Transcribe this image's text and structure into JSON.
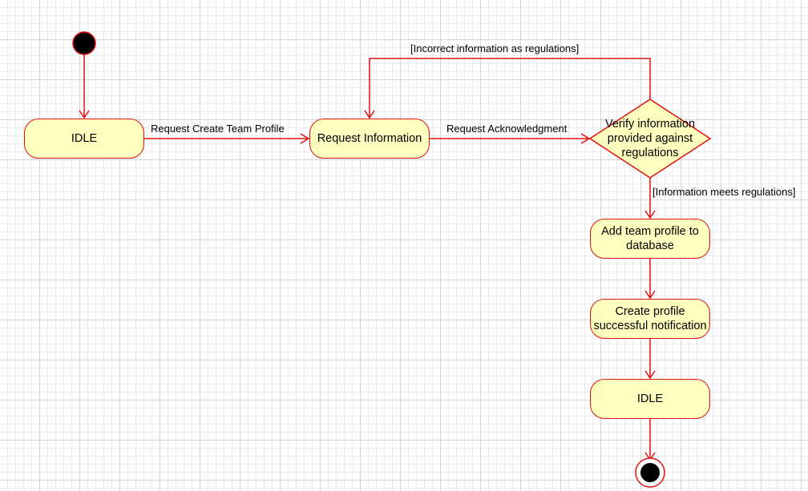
{
  "colors": {
    "stroke": "#e01010",
    "fill": "#ffffc0",
    "node_fill": "#000000"
  },
  "nodes": {
    "initial": {
      "type": "initial-node"
    },
    "idle_start": {
      "label": "IDLE"
    },
    "request_information": {
      "label": "Request Information"
    },
    "verify": {
      "label": "Verify information\nprovided against\nregulations"
    },
    "add_profile": {
      "label": "Add team profile to\ndatabase"
    },
    "create_notification": {
      "label": "Create profile\nsuccessful notification"
    },
    "idle_end": {
      "label": "IDLE"
    },
    "final": {
      "type": "final-node"
    }
  },
  "edges": {
    "request_create": "Request Create Team Profile",
    "request_ack": "Request Acknowledgment",
    "incorrect": "[Incorrect information as regulations]",
    "meets": "[Information meets regulations]"
  }
}
